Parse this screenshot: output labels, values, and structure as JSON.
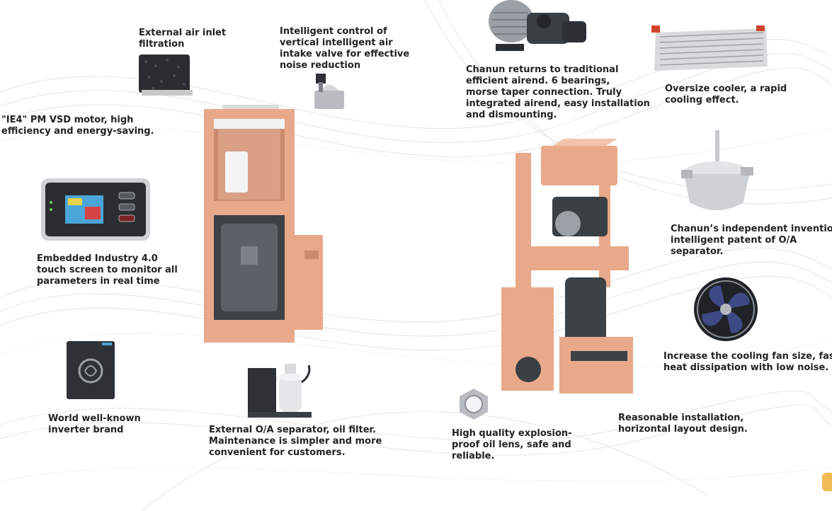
{
  "colors": {
    "accent": "#e8a98a",
    "text": "#222222",
    "metal": "#9aa0a6",
    "dark": "#3a3f44"
  },
  "captions": {
    "air_inlet_filtration": [
      "External air inlet",
      "filtration"
    ],
    "intake_valve": [
      "Intelligent control of",
      "vertical intelligent air",
      "intake valve for effective",
      "noise reduction"
    ],
    "airend": [
      "Chanun returns to traditional",
      "efficient airend. 6 bearings,",
      "morse taper connection. Truly",
      "integrated airend, easy installation",
      "and dismounting."
    ],
    "cooler": [
      "Oversize cooler, a rapid",
      "cooling effect."
    ],
    "motor": [
      "\"IE4\" PM VSD motor, high",
      "efficiency and energy-saving."
    ],
    "touch_screen": [
      "Embedded Industry 4.0",
      "touch screen to monitor all",
      "parameters in real time"
    ],
    "oa_separator_patent": [
      "Chanun’s independent invention",
      "intelligent patent of O/A",
      "separator."
    ],
    "cooling_fan": [
      "Increase the cooling fan size, fast",
      "heat dissipation with low noise."
    ],
    "inverter_brand": [
      "World well-known",
      "inverter brand"
    ],
    "external_separator": [
      "External O/A separator, oil filter.",
      "Maintenance is simpler and more",
      "convenient for customers."
    ],
    "oil_lens": [
      "High quality explosion-",
      "proof oil lens, safe and",
      "reliable."
    ],
    "installation_layout": [
      "Reasonable installation,",
      "horizontal layout design."
    ]
  },
  "icons": {
    "foam_filter": "foam-filter-icon",
    "intake_valve": "intake-valve-icon",
    "airend": "airend-icon",
    "cooler": "cooler-radiator-icon",
    "touch_screen": "touch-screen-panel-icon",
    "cabinet": "compressor-cabinet-icon",
    "exploded": "exploded-compressor-icon",
    "separator": "oa-separator-icon",
    "fan": "cooling-fan-icon",
    "inverter": "inverter-icon",
    "filter_assembly": "separator-filter-assembly-icon",
    "oil_lens": "oil-lens-nut-icon"
  }
}
